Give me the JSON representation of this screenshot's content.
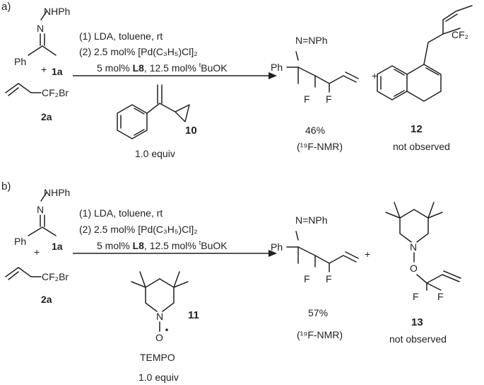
{
  "panels": [
    {
      "label": "a)",
      "substrate_top": {
        "atom_nh": "NHPh",
        "atom_n": "N",
        "group": "Ph"
      },
      "substrate_id": "1a",
      "plus": "+",
      "reagent": {
        "text": "CF₂Br",
        "id": "2a"
      },
      "conditions": {
        "line1": "(1) LDA, toluene, rt",
        "line2": "(2) 2.5 mol% [Pd(C₃H₅)Cl]₂",
        "line3_pre": "5 mol% ",
        "line3_ligand": "L8",
        "line3_post": ", 12.5 mol% ",
        "line3_sup": "t",
        "line3_base": "BuOK"
      },
      "additive": {
        "id": "10",
        "amount": "1.0 equiv",
        "name": ""
      },
      "product": {
        "azo": "N=NPh",
        "ph": "Ph",
        "f1": "F",
        "f2": "F",
        "yield": "46%",
        "method": "(¹⁹F-NMR)"
      },
      "plus2": "+",
      "side_product": {
        "id": "12",
        "status": "not observed",
        "label": "CF₂"
      }
    },
    {
      "label": "b)",
      "substrate_top": {
        "atom_nh": "NHPh",
        "atom_n": "N",
        "group": "Ph"
      },
      "substrate_id": "1a",
      "plus": "+",
      "reagent": {
        "text": "CF₂Br",
        "id": "2a"
      },
      "conditions": {
        "line1": "(1) LDA, toluene, rt",
        "line2": "(2) 2.5 mol% [Pd(C₃H₅)Cl]₂",
        "line3_pre": "5 mol% ",
        "line3_ligand": "L8",
        "line3_post": ", 12.5 mol% ",
        "line3_sup": "t",
        "line3_base": "BuOK"
      },
      "additive": {
        "id": "11",
        "amount": "1.0 equiv",
        "name": "TEMPO",
        "n": "N",
        "o": "O"
      },
      "product": {
        "azo": "N=NPh",
        "ph": "Ph",
        "f1": "F",
        "f2": "F",
        "yield": "57%",
        "method": "(¹⁹F-NMR)"
      },
      "plus2": "+",
      "side_product": {
        "id": "13",
        "status": "not observed",
        "n": "N",
        "o": "O",
        "f1": "F",
        "f2": "F"
      }
    }
  ]
}
